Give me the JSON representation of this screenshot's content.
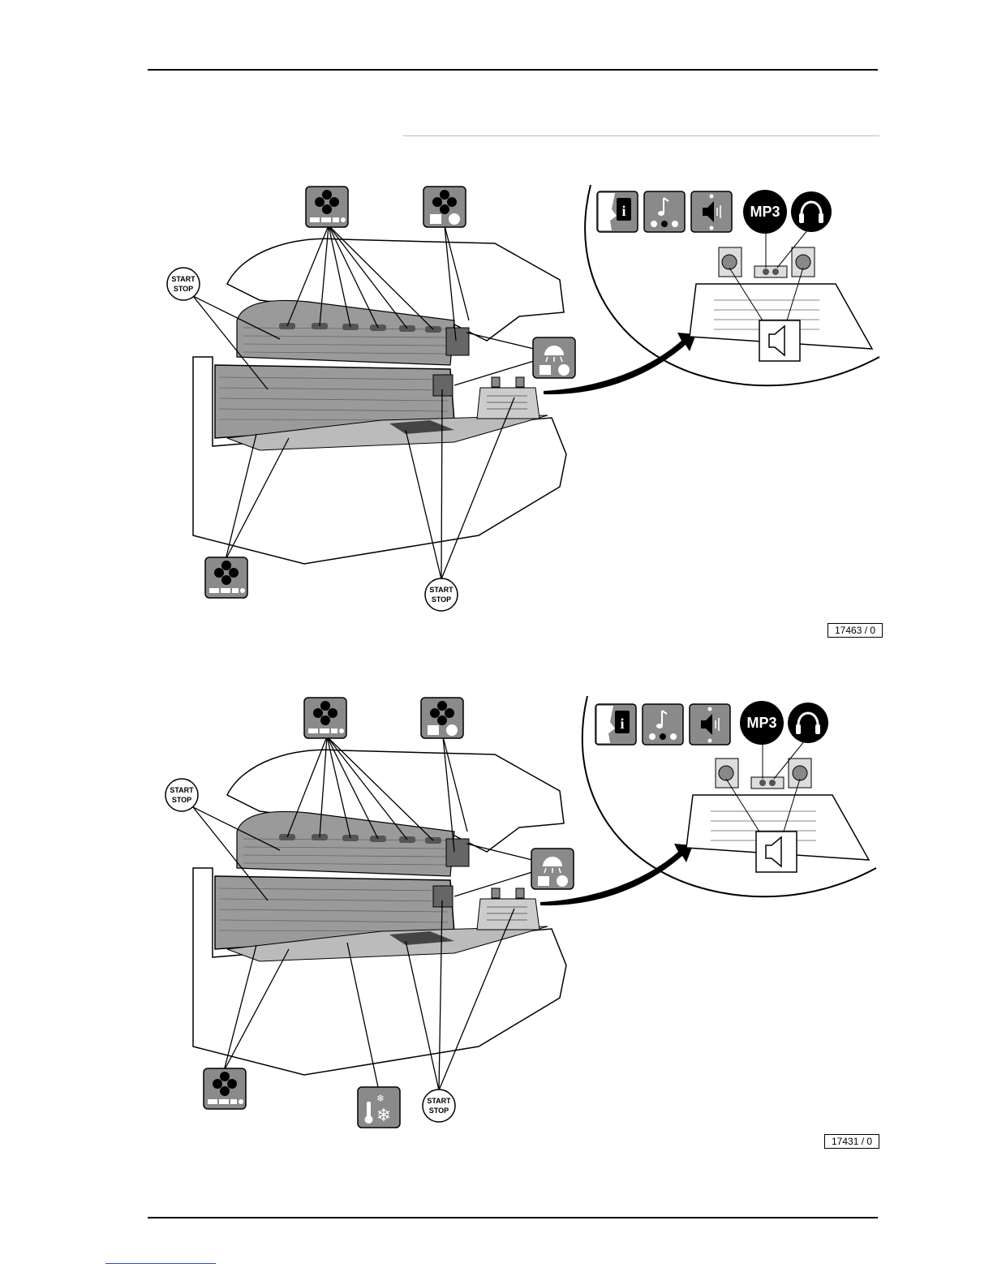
{
  "labels": {
    "start": "START",
    "stop": "STOP",
    "mp3": "MP3"
  },
  "figures": [
    {
      "id": "17463 / 0",
      "has_cooling": false
    },
    {
      "id": "17431 / 0",
      "has_cooling": true
    }
  ],
  "icons": {
    "fan": "fan-icon",
    "shower": "shower-icon",
    "info": "info-icon",
    "music": "music-note-icon",
    "volume": "volume-icon",
    "headphones": "headphones-icon",
    "speaker": "speaker-icon",
    "cooling": "cooling-thermometer-icon"
  },
  "colors": {
    "icon_fill": "#8a8a8a",
    "bed_fill": "#9a9a9a",
    "line": "#000000"
  }
}
